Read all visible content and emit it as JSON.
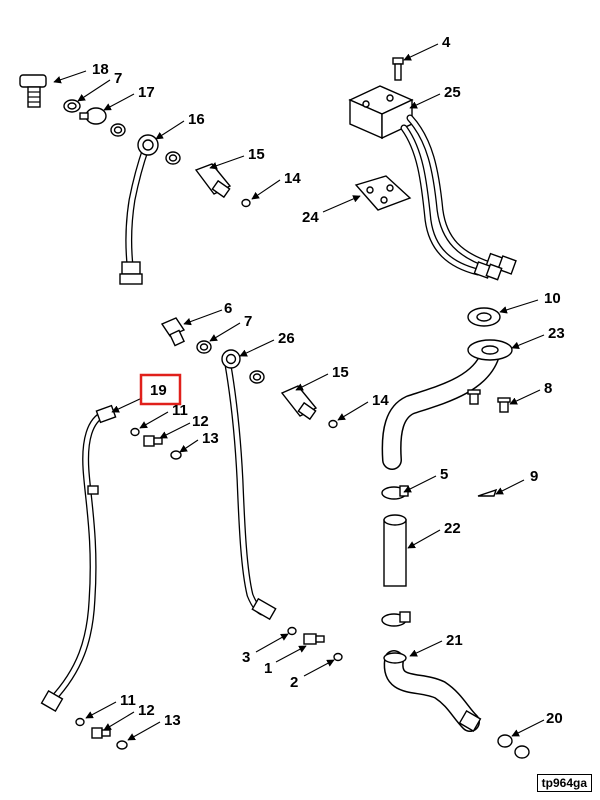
{
  "figure_id": "tp964ga",
  "highlighted_callout": "19",
  "highlight_color": "#e0201b",
  "callouts": [
    {
      "id": "c18a",
      "label": "18"
    },
    {
      "id": "c7a",
      "label": "7"
    },
    {
      "id": "c17",
      "label": "17"
    },
    {
      "id": "c16",
      "label": "16"
    },
    {
      "id": "c15a",
      "label": "15"
    },
    {
      "id": "c14a",
      "label": "14"
    },
    {
      "id": "c4",
      "label": "4"
    },
    {
      "id": "c25",
      "label": "25"
    },
    {
      "id": "c24",
      "label": "24"
    },
    {
      "id": "c6",
      "label": "6"
    },
    {
      "id": "c7b",
      "label": "7"
    },
    {
      "id": "c26",
      "label": "26"
    },
    {
      "id": "c15b",
      "label": "15"
    },
    {
      "id": "c14b",
      "label": "14"
    },
    {
      "id": "c10",
      "label": "10"
    },
    {
      "id": "c23",
      "label": "23"
    },
    {
      "id": "c8",
      "label": "8"
    },
    {
      "id": "c19",
      "label": "19"
    },
    {
      "id": "c11a",
      "label": "11"
    },
    {
      "id": "c12a",
      "label": "12"
    },
    {
      "id": "c13a",
      "label": "13"
    },
    {
      "id": "c5",
      "label": "5"
    },
    {
      "id": "c9",
      "label": "9"
    },
    {
      "id": "c22",
      "label": "22"
    },
    {
      "id": "c3",
      "label": "3"
    },
    {
      "id": "c1",
      "label": "1"
    },
    {
      "id": "c2",
      "label": "2"
    },
    {
      "id": "c21",
      "label": "21"
    },
    {
      "id": "c11b",
      "label": "11"
    },
    {
      "id": "c12b",
      "label": "12"
    },
    {
      "id": "c13b",
      "label": "13"
    },
    {
      "id": "c20",
      "label": "20"
    }
  ]
}
